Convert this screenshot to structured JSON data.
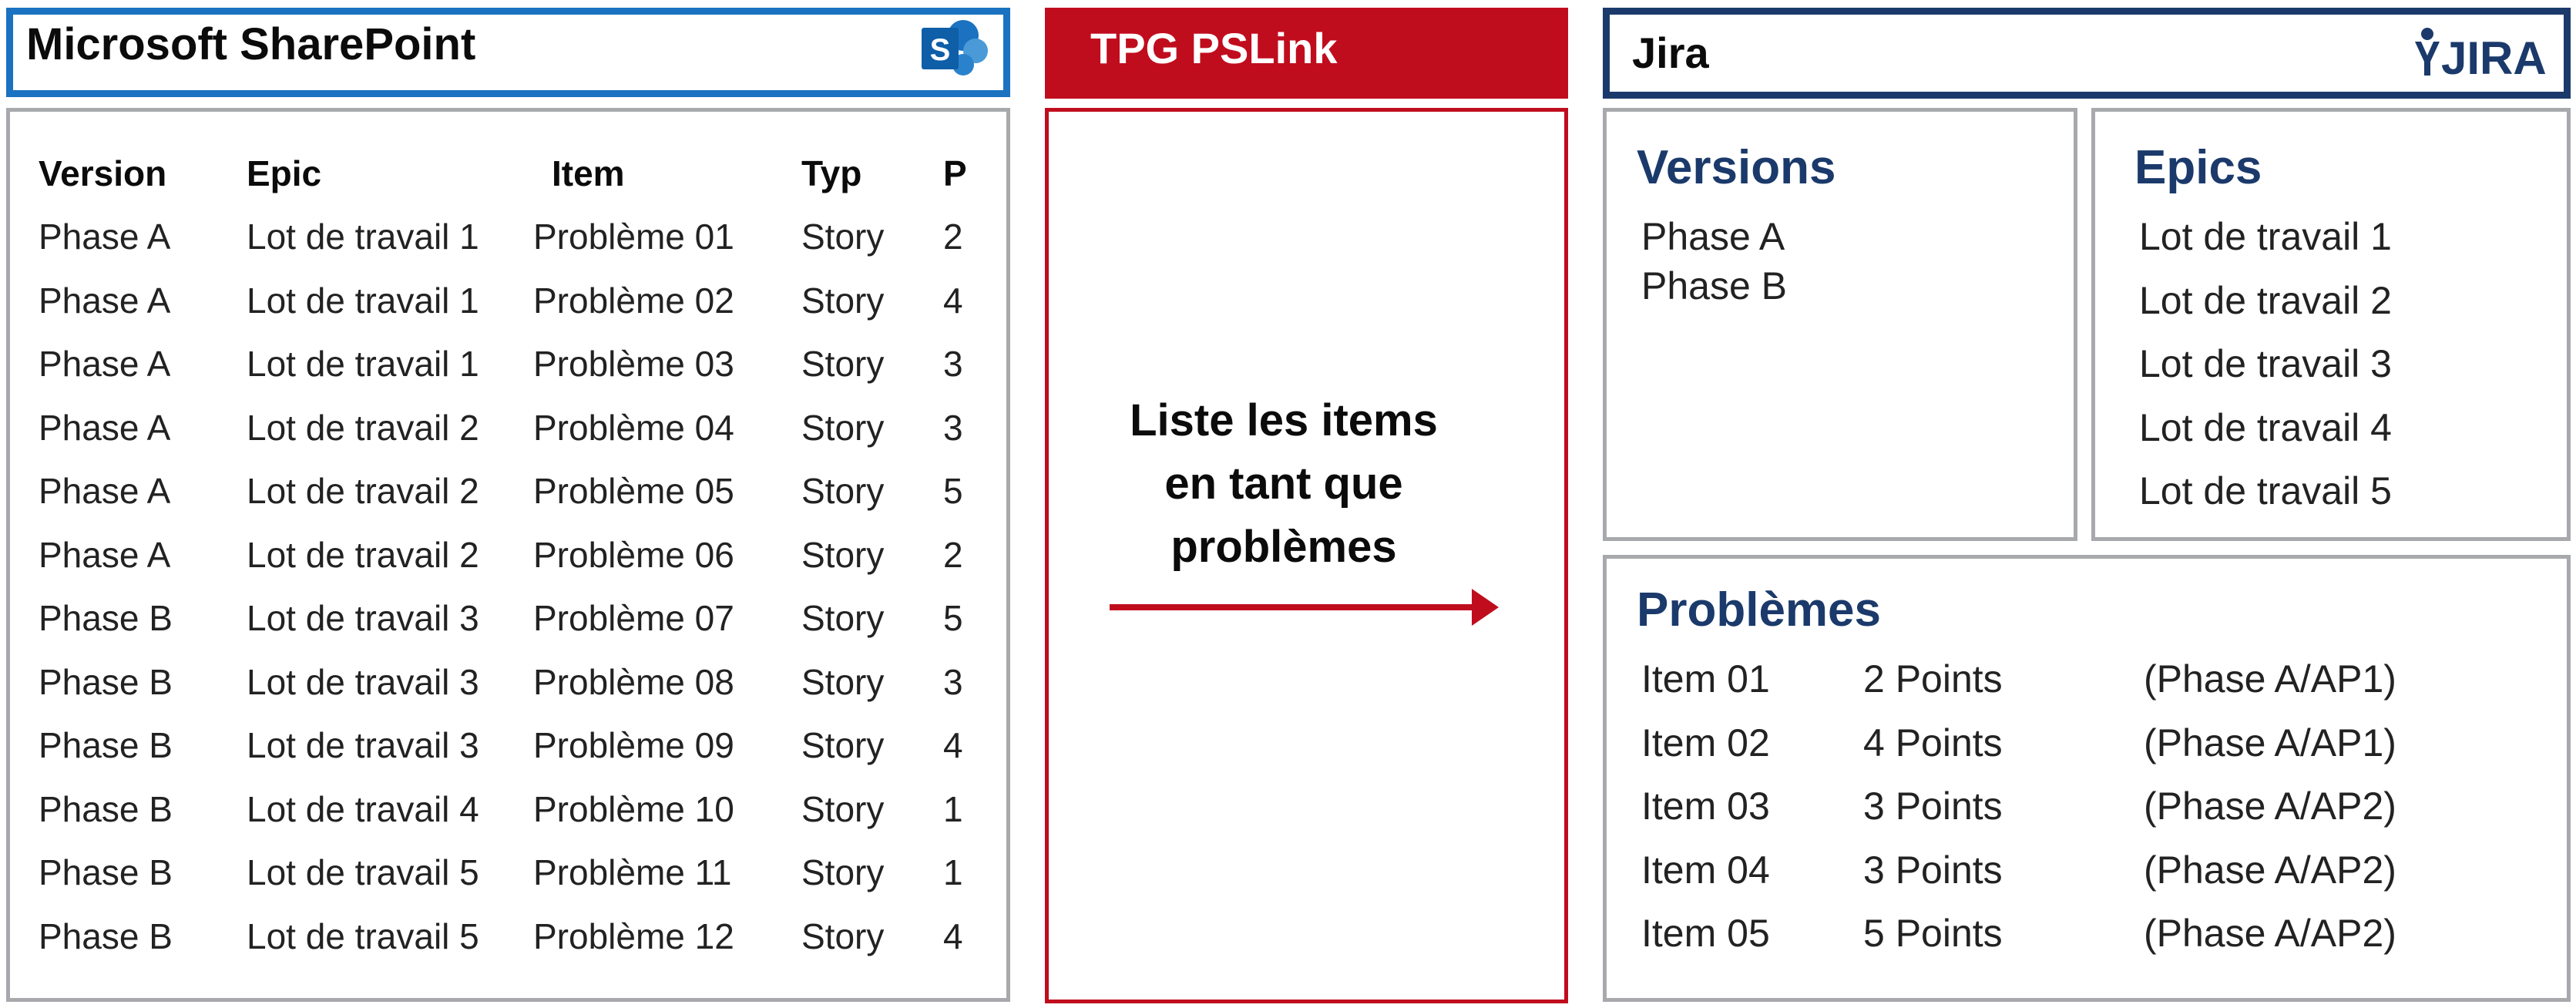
{
  "sharepoint": {
    "title": "Microsoft SharePoint",
    "logo_icon": "sharepoint-logo-icon",
    "brand_color": "#1a72c0",
    "columns": [
      "Version",
      "Epic",
      "Item",
      "Typ",
      "P"
    ],
    "rows": [
      [
        "Phase A",
        "Lot de travail 1",
        "Problème  01",
        "Story",
        "2"
      ],
      [
        "Phase A",
        "Lot de travail 1",
        "Problème 02",
        "Story",
        "4"
      ],
      [
        "Phase A",
        "Lot de travail 1",
        "Problème 03",
        "Story",
        "3"
      ],
      [
        "Phase A",
        "Lot de travail 2",
        "Problème 04",
        "Story",
        "3"
      ],
      [
        "Phase A",
        "Lot de travail 2",
        "Problème 05",
        "Story",
        "5"
      ],
      [
        "Phase A",
        "Lot de travail 2",
        "Problème 06",
        "Story",
        "2"
      ],
      [
        "Phase B",
        "Lot de travail 3",
        "Problème 07",
        "Story",
        "5"
      ],
      [
        "Phase B",
        "Lot de travail 3",
        "Problème 08",
        "Story",
        "3"
      ],
      [
        "Phase B",
        "Lot de travail 3",
        "Problème 09",
        "Story",
        "4"
      ],
      [
        "Phase B",
        "Lot de travail 4",
        "Problème 10",
        "Story",
        "1"
      ],
      [
        "Phase B",
        "Lot de travail 5",
        "Problème 11",
        "Story",
        "1"
      ],
      [
        "Phase B",
        "Lot de travail 5",
        "Problème 12",
        "Story",
        "4"
      ]
    ]
  },
  "tpg": {
    "title": "TPG PSLink",
    "brand_color": "#c00d1e",
    "description_lines": [
      "Liste les items",
      "en tant que",
      "problèmes"
    ],
    "arrow_icon": "arrow-right-icon"
  },
  "jira": {
    "title": "Jira",
    "logo_icon": "jira-logo-icon",
    "logo_text": "JIRA",
    "brand_color": "#1b3a6b",
    "versions": {
      "heading": "Versions",
      "items": [
        "Phase A",
        "Phase B"
      ]
    },
    "epics": {
      "heading": "Epics",
      "items": [
        "Lot de travail 1",
        "Lot de travail 2",
        "Lot de travail 3",
        "Lot de travail 4",
        "Lot de travail 5"
      ]
    },
    "problems": {
      "heading": "Problèmes",
      "rows": [
        [
          "Item 01",
          "2 Points",
          "(Phase A/AP1)"
        ],
        [
          "Item 02",
          "4 Points",
          "(Phase A/AP1)"
        ],
        [
          "Item 03",
          "3 Points",
          "(Phase A/AP2)"
        ],
        [
          "Item 04",
          "3 Points",
          "(Phase A/AP2)"
        ],
        [
          "Item 05",
          "5 Points",
          "(Phase A/AP2)"
        ]
      ]
    }
  }
}
